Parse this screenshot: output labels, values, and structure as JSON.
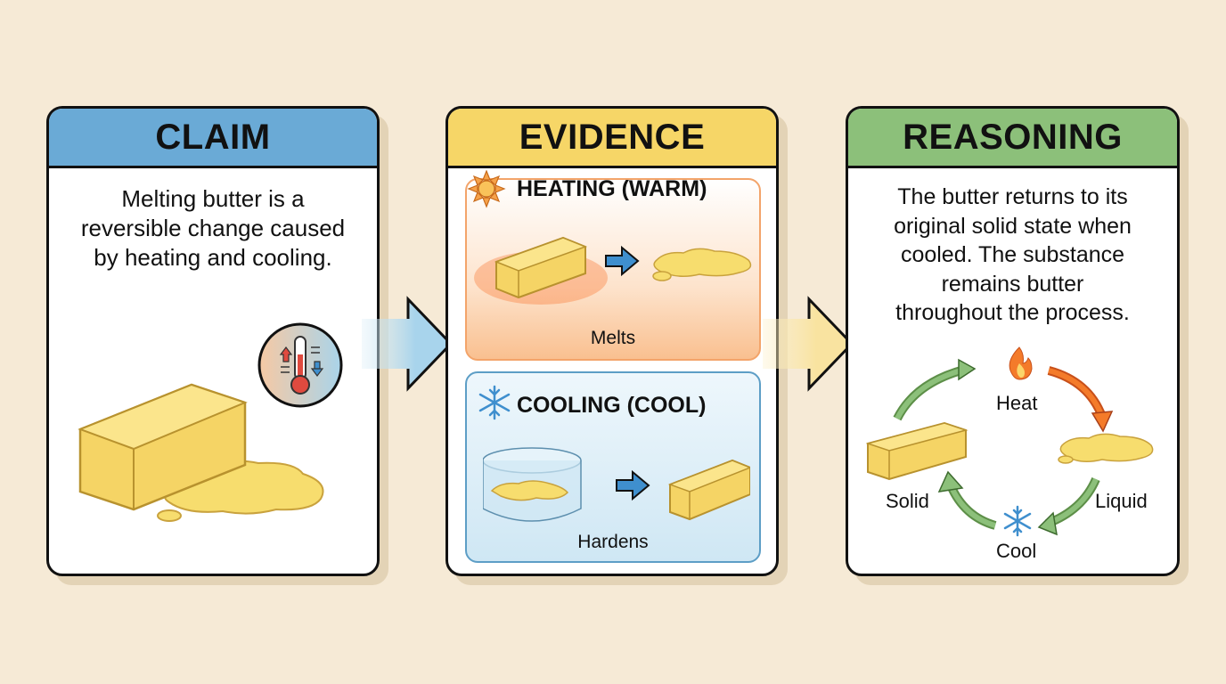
{
  "claim": {
    "title": "CLAIM",
    "header_color": "#6aaad6",
    "lines": [
      "Melting butter is a",
      "reversible change caused",
      "by heating and cooling."
    ],
    "icons": [
      "thermometer-icon",
      "butter-block",
      "melted-butter-puddle"
    ]
  },
  "evidence": {
    "title": "EVIDENCE",
    "header_color": "#f6d667",
    "heating": {
      "title": "HEATING (WARM)",
      "icon": "sun-icon",
      "caption": "Melts"
    },
    "cooling": {
      "title": "COOLING (COOL)",
      "icon": "snowflake-icon",
      "caption": "Hardens"
    }
  },
  "reasoning": {
    "title": "REASONING",
    "header_color": "#8cc07a",
    "lines": [
      "The butter returns to its",
      "original solid state when",
      "cooled. The substance",
      "remains butter",
      "throughout the process."
    ],
    "cycle": {
      "heat": "Heat",
      "liquid": "Liquid",
      "cool": "Cool",
      "solid": "Solid"
    }
  }
}
